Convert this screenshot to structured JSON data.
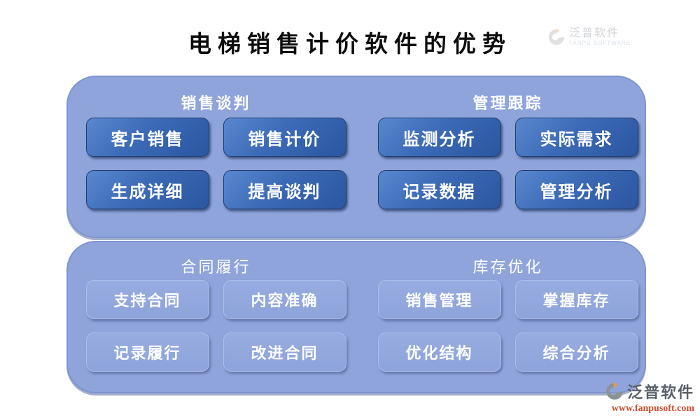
{
  "page": {
    "title": "电梯销售计价软件的优势"
  },
  "watermark": {
    "brand": "泛普软件",
    "sub": "FANPU SOFTWARE"
  },
  "panels": [
    {
      "style": "dark",
      "sections": [
        {
          "header": "销售谈判",
          "buttons": [
            "客户销售",
            "销售计价",
            "生成详细",
            "提高谈判"
          ]
        },
        {
          "header": "管理跟踪",
          "buttons": [
            "监测分析",
            "实际需求",
            "记录数据",
            "管理分析"
          ]
        }
      ]
    },
    {
      "style": "light",
      "sections": [
        {
          "header": "合同履行",
          "buttons": [
            "支持合同",
            "内容准确",
            "记录履行",
            "改进合同"
          ]
        },
        {
          "header": "库存优化",
          "buttons": [
            "销售管理",
            "掌握库存",
            "优化结构",
            "综合分析"
          ]
        }
      ]
    }
  ],
  "footer": {
    "brand": "泛普软件",
    "url": "www.fanpusoft.com"
  },
  "colors": {
    "panel_bg": "#8EA4DB",
    "panel_border": "#7D94D1",
    "dark_button_top": "#5988D0",
    "dark_button_bottom": "#2B56A0",
    "dark_button_border": "#1F3E6E",
    "light_button_bg": "#92A8DE",
    "light_button_border": "#AEBFE9",
    "button_text": "#FFFFFF",
    "title_text": "#0D0D0D",
    "footer_url_text": "#CF4F2E",
    "logo_gray": "#9BA1AB",
    "logo_orange": "#E89A4C"
  }
}
